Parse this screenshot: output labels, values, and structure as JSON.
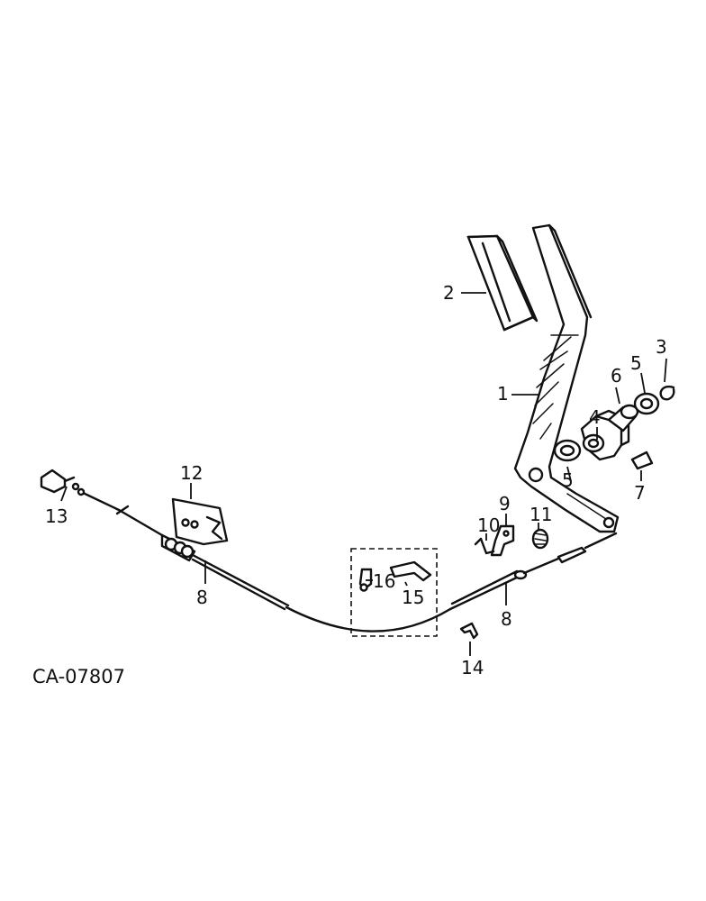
{
  "diagram": {
    "code": "CA-07807",
    "callouts": [
      {
        "id": "1",
        "label": "1"
      },
      {
        "id": "2",
        "label": "2"
      },
      {
        "id": "3",
        "label": "3"
      },
      {
        "id": "4",
        "label": "4"
      },
      {
        "id": "5a",
        "label": "5"
      },
      {
        "id": "5b",
        "label": "5"
      },
      {
        "id": "6",
        "label": "6"
      },
      {
        "id": "7",
        "label": "7"
      },
      {
        "id": "8a",
        "label": "8"
      },
      {
        "id": "8b",
        "label": "8"
      },
      {
        "id": "9",
        "label": "9"
      },
      {
        "id": "10",
        "label": "10"
      },
      {
        "id": "11",
        "label": "11"
      },
      {
        "id": "12",
        "label": "12"
      },
      {
        "id": "13",
        "label": "13"
      },
      {
        "id": "14",
        "label": "14"
      },
      {
        "id": "15",
        "label": "15"
      },
      {
        "id": "16",
        "label": "16"
      }
    ]
  }
}
